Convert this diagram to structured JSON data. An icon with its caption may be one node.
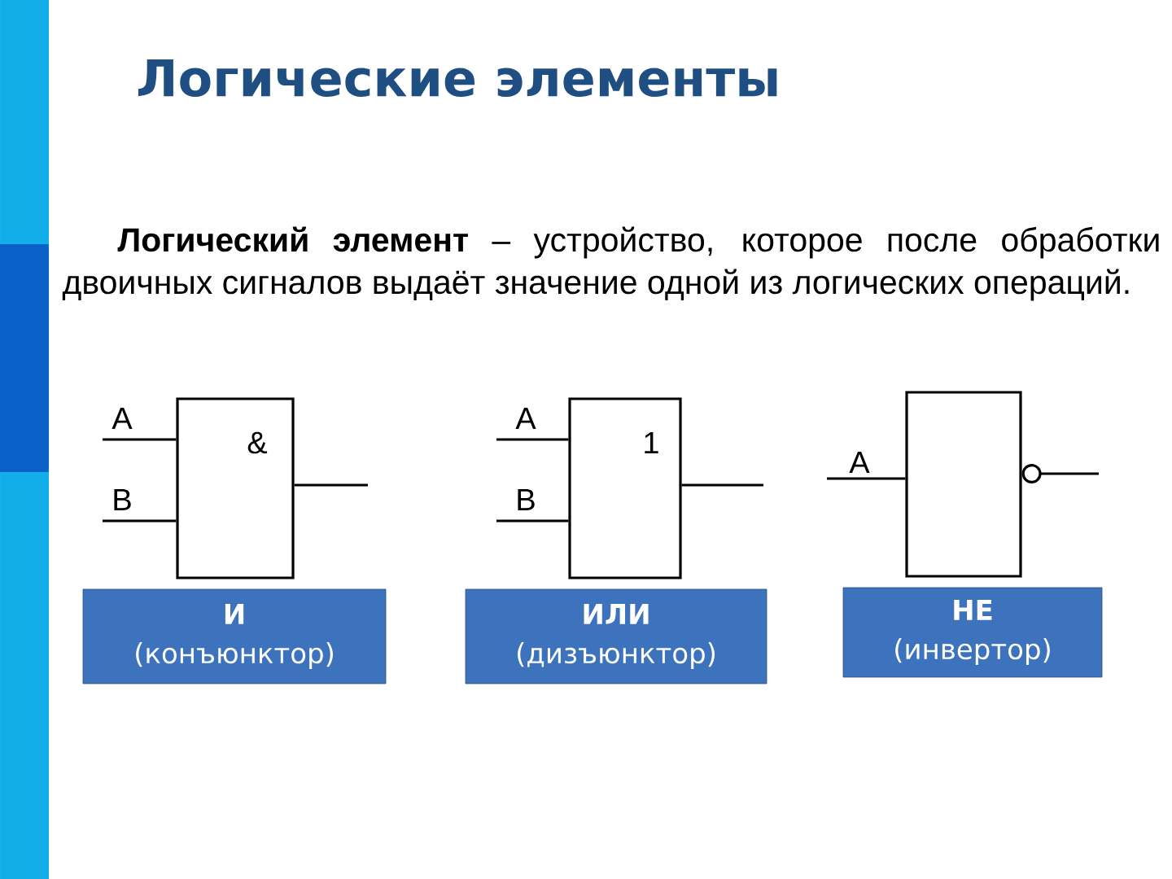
{
  "diagram": {
    "title": "Логические элементы",
    "nodes": [
      {
        "text": [
          "&"
        ]
      },
      {
        "text": [
          "1"
        ]
      },
      {
        "text": [],
        "shape": "box"
      },
      {
        "text": [
          "И",
          "(конъюнктор)"
        ]
      },
      {
        "text": [
          "ИЛИ",
          "(дизъюнктор)"
        ]
      },
      {
        "text": [
          "НЕ",
          "(инвертор)"
        ]
      }
    ],
    "edges": [
      {
        "from": null,
        "to": 0,
        "arrow": "none"
      },
      {
        "from": null,
        "to": 0,
        "arrow": "none"
      },
      {
        "from": 0,
        "to": null,
        "arrow": "none"
      },
      {
        "from": null,
        "to": 1,
        "arrow": "none"
      },
      {
        "from": null,
        "to": 1,
        "arrow": "none"
      },
      {
        "from": 1,
        "to": null,
        "arrow": "none"
      },
      {
        "from": null,
        "to": 2,
        "arrow": "none"
      },
      {
        "from": 2,
        "to": null,
        "arrow": "other"
      }
    ],
    "labels": [
      "**Логический элемент** – устройство, которое после обработки двоичных сигналов выдаёт значение одной из логических операций.",
      "A",
      "B",
      "A",
      "B",
      "A"
    ]
  }
}
